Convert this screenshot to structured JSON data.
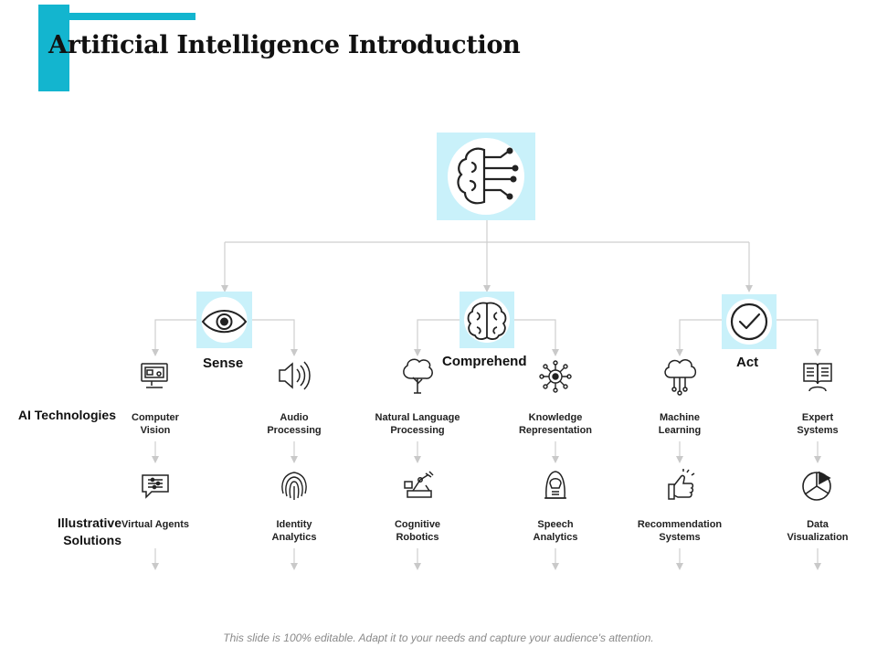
{
  "title": "Artificial Intelligence Introduction",
  "row_labels": {
    "technologies": "AI Technologies",
    "solutions": "Illustrative Solutions"
  },
  "root": {
    "icon": "brain-circuit-icon"
  },
  "categories": [
    {
      "label": "Sense",
      "icon": "eye-icon"
    },
    {
      "label": "Comprehend",
      "icon": "brain-icon"
    },
    {
      "label": "Act",
      "icon": "check-circle-icon"
    }
  ],
  "technologies": [
    {
      "label": "Computer Vision",
      "icon": "computer-monitor-icon"
    },
    {
      "label": "Audio Processing",
      "icon": "speaker-icon"
    },
    {
      "label": "Natural Language Processing",
      "icon": "tree-icon"
    },
    {
      "label": "Knowledge Representation",
      "icon": "network-hub-icon"
    },
    {
      "label": "Machine Learning",
      "icon": "cloud-circuit-icon"
    },
    {
      "label": "Expert Systems",
      "icon": "open-book-icon"
    }
  ],
  "solutions": [
    {
      "label": "Virtual Agents",
      "icon": "chat-settings-icon"
    },
    {
      "label": "Identity Analytics",
      "icon": "fingerprint-icon"
    },
    {
      "label": "Cognitive Robotics",
      "icon": "robot-arm-icon"
    },
    {
      "label": "Speech Analytics",
      "icon": "hooded-person-icon"
    },
    {
      "label": "Recommendation Systems",
      "icon": "thumbs-up-icon"
    },
    {
      "label": "Data Visualization",
      "icon": "pie-chart-icon"
    }
  ],
  "footer": "This slide is 100% editable. Adapt it to your needs and capture your audience's attention."
}
